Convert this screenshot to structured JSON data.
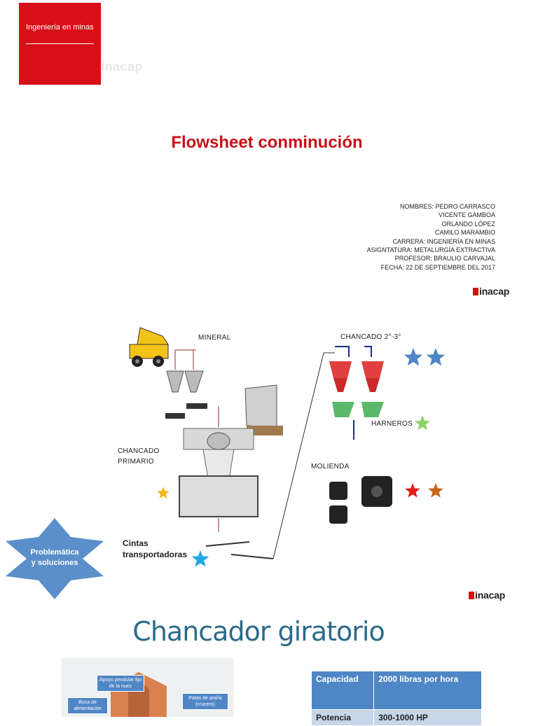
{
  "cover": {
    "career_label": "Ingeniería en minas",
    "logo_text": "inacap",
    "title": "Flowsheet conminución",
    "meta_lines": [
      "NOMBRES: PEDRO CARRASCO",
      "VICENTE GAMBOA",
      "ORLANDO LÓPEZ",
      "CAMILO MARAMBIO",
      "CARRERA: INGENIERÍA EN MINAS",
      "ASIGNTATURA: METALURGÍA EXTRACTIVA",
      "PROFESOR: BRAULIO CARVAJAL",
      "FECHA: 22  DE SEPTIEMBRE DEL 2017"
    ]
  },
  "flowsheet": {
    "labels": {
      "mineral": "MINERAL",
      "chancado_secundario": "CHANCADO 2°-3°",
      "chancado_primario_1": "CHANCADO",
      "chancado_primario_2": "PRIMARIO",
      "harneros": "HARNEROS",
      "molienda": "MOLIENDA",
      "cintas_1": "Cintas",
      "cintas_2": "transportadoras"
    },
    "star_button": {
      "line1": "Problemática",
      "line2": "y soluciones"
    },
    "colors": {
      "accent_red": "#d80f16",
      "star_blue": "#4f86c6",
      "star_gold": "#f3b71a",
      "star_green": "#8fd06a",
      "star_cyan": "#22a6e6",
      "star_orange": "#c8621a"
    }
  },
  "section2": {
    "heading": "Chancador giratorio",
    "callouts": [
      "Apoyo pendular fijo de la nuez",
      "Boca de alimentación",
      "Patas de araña (crucero)"
    ],
    "table": [
      {
        "label": "Capacidad",
        "value": "2000 libras por hora"
      },
      {
        "label": "Potencia",
        "value": "300-1000 HP"
      }
    ]
  }
}
